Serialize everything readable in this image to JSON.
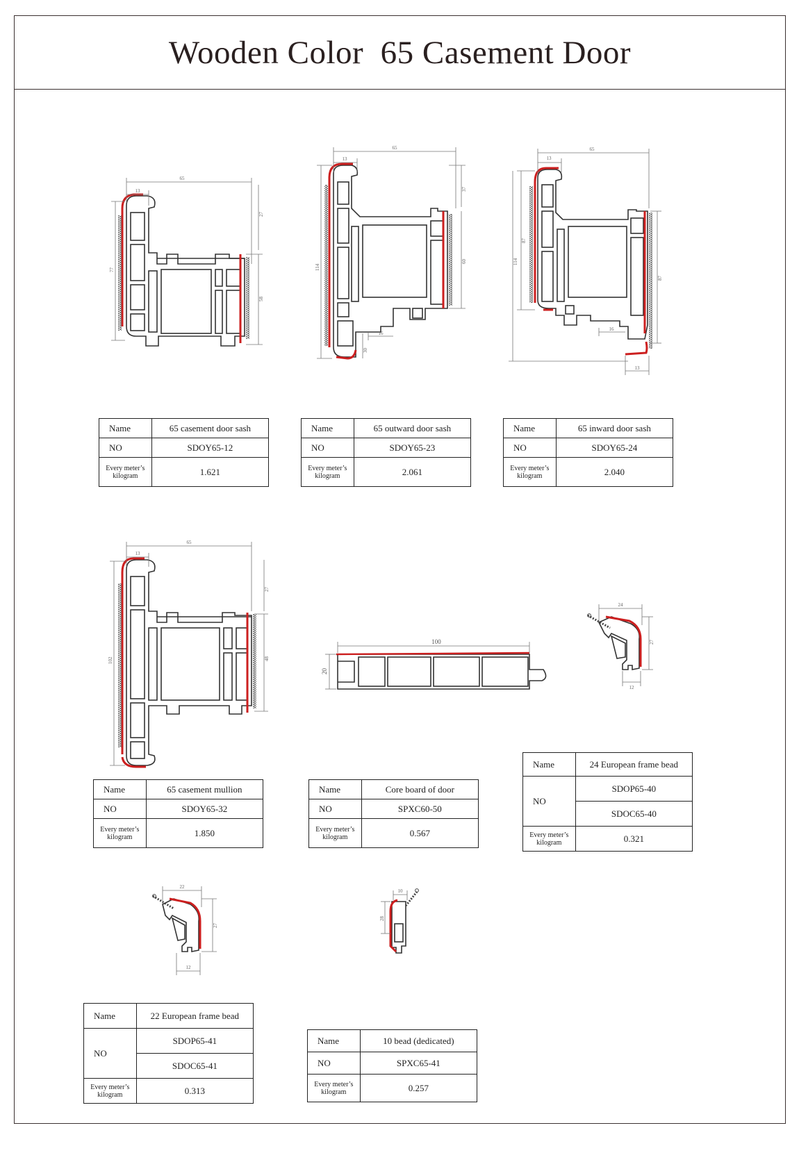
{
  "title": "Wooden Color  65 Casement Door",
  "colors": {
    "outline": "#333333",
    "seal": "#cc1f1f",
    "dimension": "#777777"
  },
  "labels": {
    "name": "Name",
    "no": "NO",
    "kg_line1": "Every meter’s",
    "kg_line2": "kilogram"
  },
  "products": [
    {
      "name": "65  casement door sash",
      "no": [
        "SDOY65-12"
      ],
      "kg": "1.621"
    },
    {
      "name": "65  outward door sash",
      "no": [
        "SDOY65-23"
      ],
      "kg": "2.061"
    },
    {
      "name": "65  inward door sash",
      "no": [
        "SDOY65-24"
      ],
      "kg": "2.040"
    },
    {
      "name": "65  casement mullion",
      "no": [
        "SDOY65-32"
      ],
      "kg": "1.850"
    },
    {
      "name": "Core board of door",
      "no": [
        "SPXC60-50"
      ],
      "kg": "0.567"
    },
    {
      "name": "24 European frame bead",
      "no": [
        "SDOP65-40",
        "SDOC65-40"
      ],
      "kg": "0.321"
    },
    {
      "name": "22  European frame bead",
      "no": [
        "SDOP65-41",
        "SDOC65-41"
      ],
      "kg": "0.313"
    },
    {
      "name": "10 bead (dedicated)",
      "no": [
        "SPXC65-41"
      ],
      "kg": "0.257"
    }
  ],
  "dimensions": {
    "p1": [
      "65",
      "13",
      "27",
      "77",
      "58"
    ],
    "p2": [
      "65",
      "13",
      "37",
      "60",
      "114",
      "16",
      "30"
    ],
    "p3": [
      "65",
      "13",
      "87",
      "114",
      "87",
      "16",
      "13"
    ],
    "p4": [
      "65",
      "13",
      "27",
      "102",
      "48"
    ],
    "p5": [
      "100",
      "20"
    ],
    "p6": [
      "24",
      "27",
      "12"
    ],
    "p7": [
      "22",
      "27",
      "12"
    ],
    "p8": [
      "10",
      "28"
    ]
  }
}
